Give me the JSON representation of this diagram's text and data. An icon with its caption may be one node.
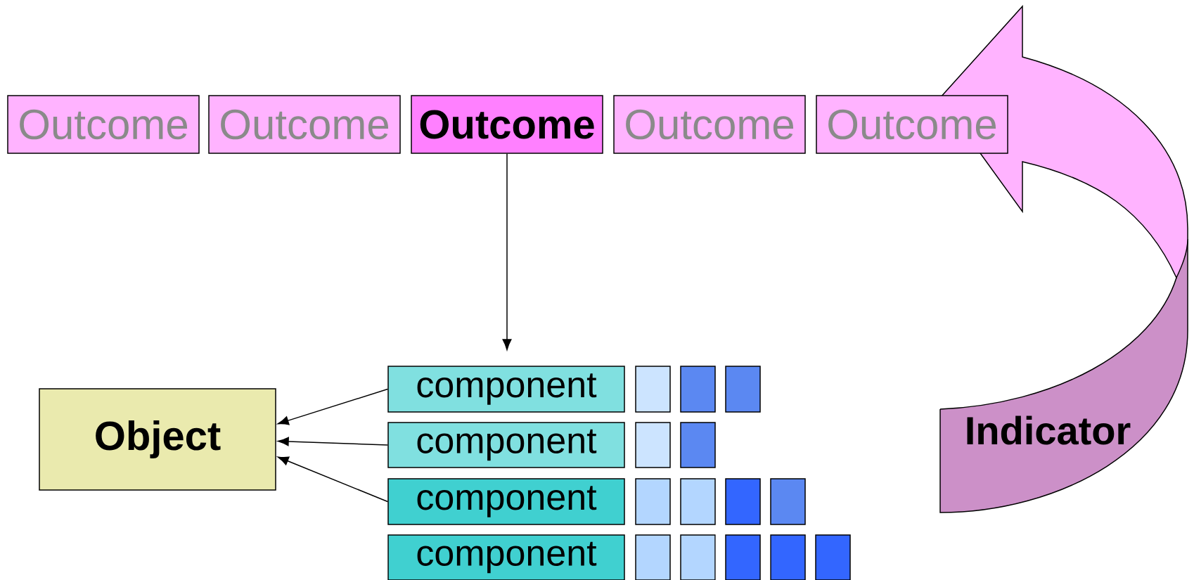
{
  "diagram": {
    "nodes": [
      {
        "text": [
          "Outcome"
        ]
      },
      {
        "text": [
          "Outcome"
        ]
      },
      {
        "text": [
          "Outcome"
        ]
      },
      {
        "text": [
          "Outcome"
        ]
      },
      {
        "text": [
          "Outcome"
        ]
      },
      {
        "text": [
          "Object"
        ]
      },
      {
        "text": [
          "component"
        ]
      },
      {
        "text": [
          "component"
        ]
      },
      {
        "text": [
          "component"
        ]
      },
      {
        "text": [
          "component"
        ]
      },
      {
        "text": [
          "Indicator"
        ]
      }
    ],
    "edges": [
      {
        "from": 2,
        "to": 6,
        "arrow": "to"
      },
      {
        "from": 6,
        "to": 5,
        "arrow": "to"
      },
      {
        "from": 7,
        "to": 5,
        "arrow": "to"
      },
      {
        "from": 8,
        "to": 5,
        "arrow": "to"
      }
    ]
  }
}
